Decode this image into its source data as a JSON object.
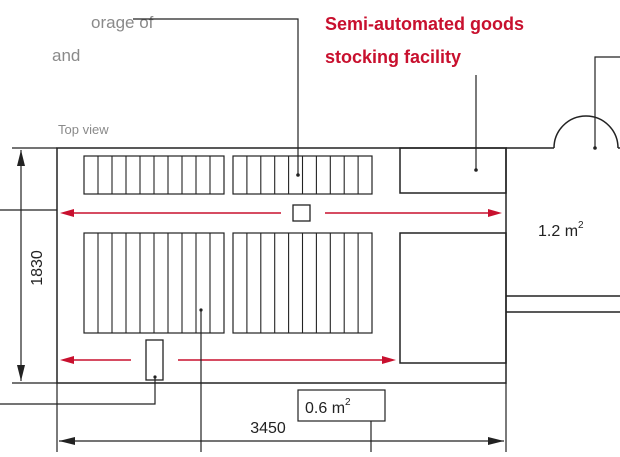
{
  "labels": {
    "top_left_line1": "orage of",
    "top_left_line2": "and",
    "facility_line1": "Semi-automated goods",
    "facility_line2": "stocking facility",
    "view": "Top view"
  },
  "dimensions": {
    "height": "1830",
    "width": "3450"
  },
  "areas": {
    "right_value": "1.2 m",
    "right_sup": "2",
    "bottom_value": "0.6 m",
    "bottom_sup": "2"
  },
  "colors": {
    "line": "#222222",
    "accent": "#c8102e",
    "muted_text": "#8a8a8a"
  }
}
